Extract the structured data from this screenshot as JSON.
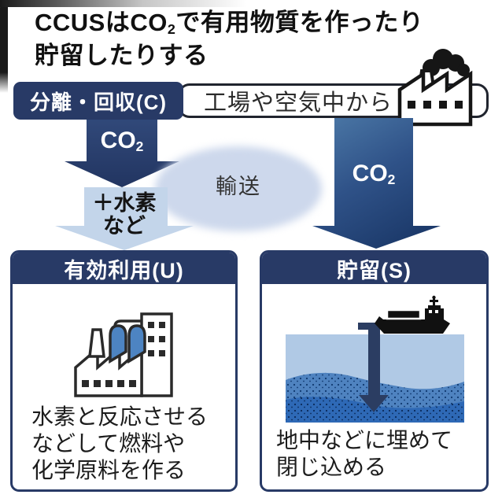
{
  "title": {
    "line1_pre": "CCUSはCO",
    "line1_sub": "2",
    "line1_post": "で有用物質を作ったり",
    "line2": "貯留したりする"
  },
  "capture": {
    "label": "分離・回収(C)",
    "source": "工場や空気中から"
  },
  "flows": {
    "co2_main": "CO",
    "co2_sub": "2",
    "hydrogen_line1": "＋水素",
    "hydrogen_line2": "など",
    "transport": "輸送"
  },
  "utilization": {
    "header": "有効利用(U)",
    "desc_lines": [
      "水素と反応させる",
      "などして燃料や",
      "化学原料を作る"
    ]
  },
  "storage": {
    "header": "貯留(S)",
    "desc_lines": [
      "地中などに埋めて",
      "閉じ込める"
    ]
  },
  "icons": {
    "factory_smoke": "factory-with-smoke-icon",
    "chemical_plant": "chemical-plant-icon",
    "ship_injection": "ship-seabed-injection-icon"
  },
  "colors": {
    "navy": "#283a66",
    "arrow_navy_gradient_top": "#31497a",
    "light_blue_arrow": "#c3d5ea",
    "transport_ellipse": "#cdd8ec",
    "right_arrow_light": "#4d7aa8",
    "right_arrow_dark": "#1d3b6c",
    "sea_light": "#b0c9e5",
    "seabed_mid": "#4f83c0",
    "seabed_deep": "#2e69b6",
    "tank_blue": "#4d84c2"
  }
}
